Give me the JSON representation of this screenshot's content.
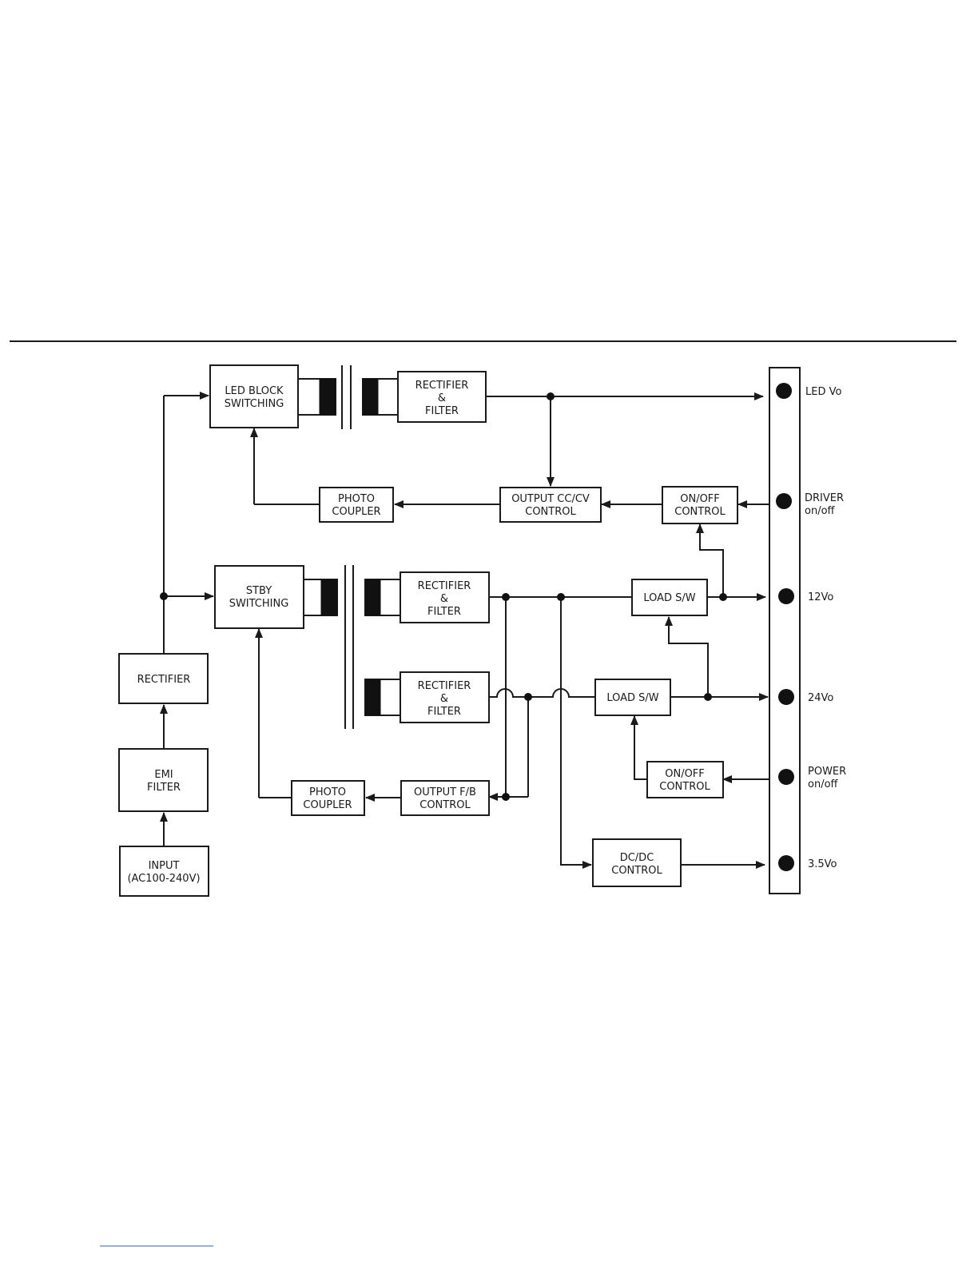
{
  "blocks": {
    "led_block_switching": [
      "LED BLOCK",
      "SWITCHING"
    ],
    "rectifier_filter_led": [
      "RECTIFIER",
      "&",
      "FILTER"
    ],
    "photo_coupler_top": [
      "PHOTO",
      "COUPLER"
    ],
    "output_cccv_control": [
      "OUTPUT CC/CV",
      "CONTROL"
    ],
    "onoff_control_driver": [
      "ON/OFF",
      "CONTROL"
    ],
    "stby_switching": [
      "STBY",
      "SWITCHING"
    ],
    "rectifier_filter_12v": [
      "RECTIFIER",
      "&",
      "FILTER"
    ],
    "rectifier_filter_24v": [
      "RECTIFIER",
      "&",
      "FILTER"
    ],
    "load_sw_12v": [
      "LOAD S/W"
    ],
    "load_sw_24v": [
      "LOAD S/W"
    ],
    "onoff_control_power": [
      "ON/OFF",
      "CONTROL"
    ],
    "photo_coupler_bottom": [
      "PHOTO",
      "COUPLER"
    ],
    "output_fb_control": [
      "OUTPUT F/B",
      "CONTROL"
    ],
    "dcdc_control": [
      "DC/DC",
      "CONTROL"
    ],
    "rectifier": [
      "RECTIFIER"
    ],
    "emi_filter": [
      "EMI",
      "FILTER"
    ],
    "input": [
      "INPUT",
      "(AC100-240V)"
    ]
  },
  "terminals": {
    "led_vo": [
      "LED Vo"
    ],
    "driver_onoff": [
      "DRIVER",
      "on/off"
    ],
    "v12": [
      "12Vo"
    ],
    "v24": [
      "24Vo"
    ],
    "power_onoff": [
      "POWER",
      "on/off"
    ],
    "v3_5": [
      "3.5Vo"
    ]
  }
}
